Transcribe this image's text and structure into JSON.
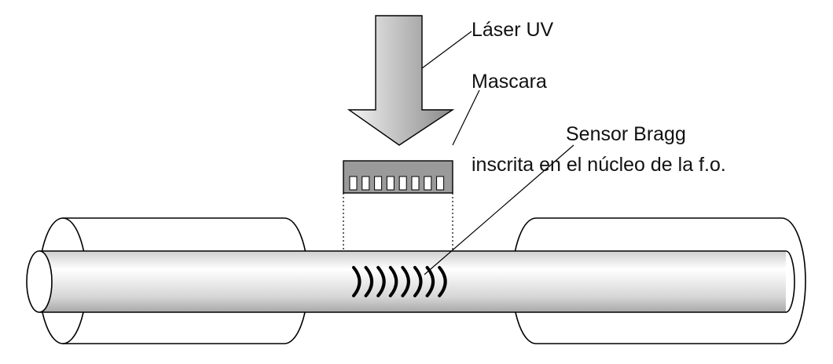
{
  "labels": {
    "laser": "Láser UV",
    "mask": "Mascara",
    "sensor_line1": "Sensor Bragg",
    "sensor_line2": "inscrita en el núcleo de la f.o."
  },
  "colors": {
    "stroke": "#000000",
    "arrow_fill_light": "#f4f4f4",
    "arrow_fill_dark": "#8a8a8a",
    "mask_fill": "#9a9a9a",
    "fiber_highlight": "#ffffff",
    "fiber_shadow": "#a8a8a8"
  },
  "grating": {
    "fringe_count": 8
  },
  "mask": {
    "slit_count": 8
  }
}
